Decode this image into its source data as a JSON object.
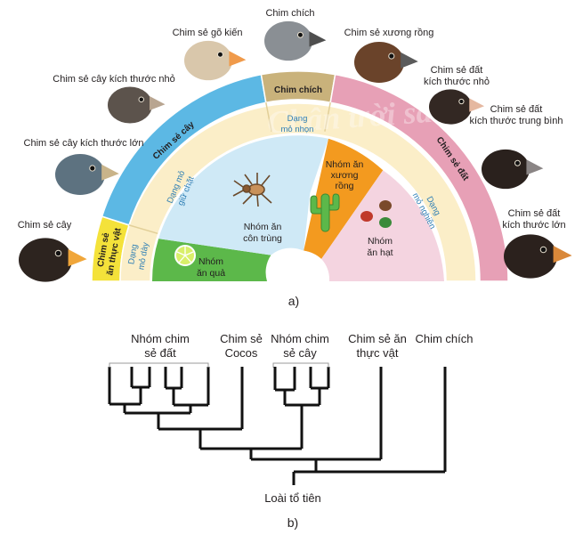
{
  "watermark": "Chân trời sáng tạo",
  "part_a": {
    "label": "a)",
    "birds": [
      {
        "lines": [
          "Chim sẻ cây"
        ]
      },
      {
        "lines": [
          "Chim sẻ cây kích thước lớn"
        ]
      },
      {
        "lines": [
          "Chim sẻ cây kích thước nhỏ"
        ]
      },
      {
        "lines": [
          "Chim sẻ gõ kiến"
        ]
      },
      {
        "lines": [
          "Chim chích"
        ]
      },
      {
        "lines": [
          "Chim sẻ xương rồng"
        ]
      },
      {
        "lines": [
          "Chim sẻ đất",
          "kích thước nhỏ"
        ]
      },
      {
        "lines": [
          "Chim sẻ đất",
          "kích thước trung bình"
        ]
      },
      {
        "lines": [
          "Chim sẻ đất",
          "kích thước lớn"
        ]
      }
    ],
    "outer_ring": {
      "tree_finch": "Chim sẻ cây",
      "warbler": "Chim chích",
      "ground_finch": "Chim sẻ đất",
      "vegetarian": [
        "Chim sẻ",
        "ăn thực vật"
      ]
    },
    "beak_ring": {
      "grasping": [
        "Dạng mỏ",
        "giữ chặt"
      ],
      "probing": [
        "Dạng",
        "mỏ nhọn"
      ],
      "crushing": [
        "Dạng",
        "mỏ nghiền"
      ],
      "thick": [
        "Dạng",
        "mỏ dày"
      ]
    },
    "diet_groups": {
      "insects": [
        "Nhóm ăn",
        "côn trùng"
      ],
      "fruit": [
        "Nhóm",
        "ăn quả"
      ],
      "cactus": [
        "Nhóm ăn",
        "xương",
        "rồng"
      ],
      "seeds": [
        "Nhóm",
        "ăn hạt"
      ]
    }
  },
  "part_b": {
    "label": "b)",
    "ancestor": "Loài tổ tiên",
    "groups": [
      {
        "lines": [
          "Nhóm chim",
          "sẻ đất"
        ]
      },
      {
        "lines": [
          "Chim sẻ",
          "Cocos"
        ]
      },
      {
        "lines": [
          "Nhóm chim",
          "sẻ cây"
        ]
      },
      {
        "lines": [
          "Chim sẻ ăn",
          "thực vật"
        ]
      },
      {
        "lines": [
          "Chim chích"
        ]
      }
    ]
  },
  "colors": {
    "outer_blue": "#5cb8e4",
    "outer_tan": "#c9b27b",
    "outer_pink": "#e7a0b6",
    "outer_yellow": "#f4e23a",
    "beak_cream": "#fbeec8",
    "insect_blue": "#cfe9f6",
    "fruit_green": "#5cb84a",
    "cactus_orange": "#f39a1f",
    "seed_pink": "#f4d4e0"
  }
}
